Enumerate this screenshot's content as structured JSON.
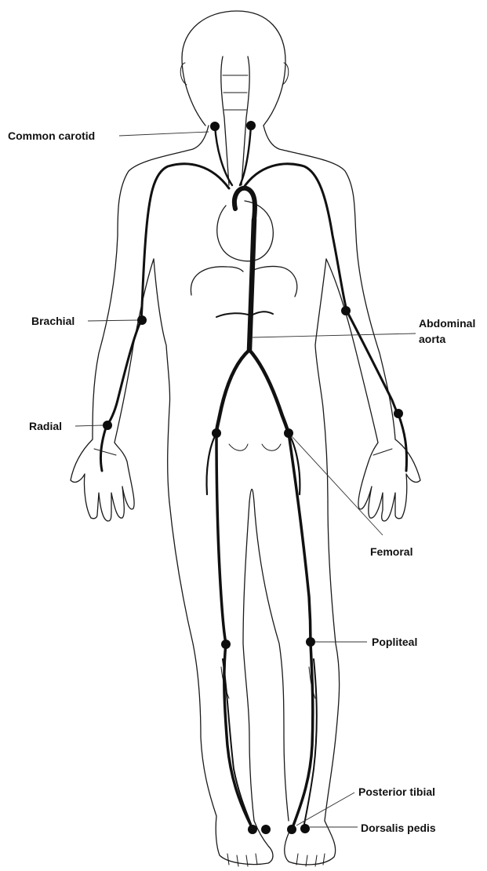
{
  "labels": {
    "common_carotid": "Common carotid",
    "brachial": "Brachial",
    "radial": "Radial",
    "abdominal_aorta_line1": "Abdominal",
    "abdominal_aorta_line2": "aorta",
    "femoral": "Femoral",
    "popliteal": "Popliteal",
    "posterior_tibial": "Posterior tibial",
    "dorsalis_pedis": "Dorsalis pedis"
  },
  "colors": {
    "artery": "#111111",
    "outline": "#1a1a1a",
    "pulse_point": "#0d0d0d",
    "background": "#ffffff"
  }
}
